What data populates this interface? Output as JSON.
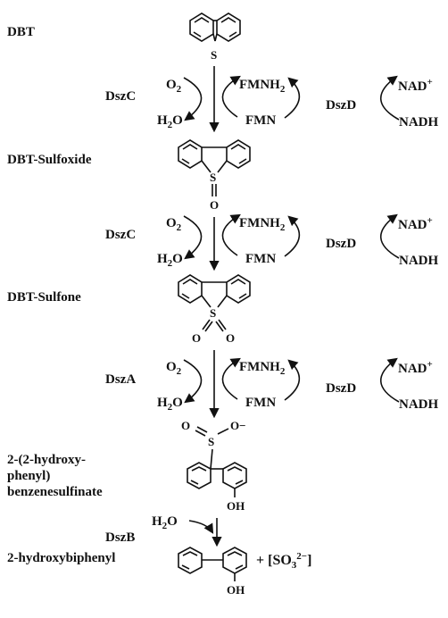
{
  "compounds": {
    "dbt": "DBT",
    "sulfoxide": "DBT-Sulfoxide",
    "sulfone": "DBT-Sulfone",
    "hbs_line1": "2-(2-hydroxy-",
    "hbs_line2": "phenyl)",
    "hbs_line3": "benzenesulfinate",
    "hbp": "2-hydroxybiphenyl"
  },
  "atoms": {
    "s": "S",
    "o": "O",
    "oh": "OH",
    "o_minus": "O−"
  },
  "steps": [
    {
      "enzyme": "DszC",
      "cosub": "O",
      "cosub_sub": "2",
      "product_side": "H",
      "product_sub": "2",
      "product_tail": "O",
      "fmnh": "FMNH",
      "fmnh_sub": "2",
      "fmn": "FMN",
      "reductase": "DszD",
      "nad": "NAD",
      "nad_sup": "+",
      "nadh": "NADH"
    },
    {
      "enzyme": "DszC",
      "cosub": "O",
      "cosub_sub": "2",
      "product_side": "H",
      "product_sub": "2",
      "product_tail": "O",
      "fmnh": "FMNH",
      "fmnh_sub": "2",
      "fmn": "FMN",
      "reductase": "DszD",
      "nad": "NAD",
      "nad_sup": "+",
      "nadh": "NADH"
    },
    {
      "enzyme": "DszA",
      "cosub": "O",
      "cosub_sub": "2",
      "product_side": "H",
      "product_sub": "2",
      "product_tail": "O",
      "fmnh": "FMNH",
      "fmnh_sub": "2",
      "fmn": "FMN",
      "reductase": "DszD",
      "nad": "NAD",
      "nad_sup": "+",
      "nadh": "NADH"
    }
  ],
  "last_step": {
    "enzyme": "DszB",
    "water_h": "H",
    "water_sub": "2",
    "water_o": "O"
  },
  "byproduct": {
    "plus": "+",
    "open": "[SO",
    "sub": "3",
    "sup": "2−",
    "close": "]"
  },
  "colors": {
    "ink": "#111111",
    "background": "#ffffff"
  }
}
